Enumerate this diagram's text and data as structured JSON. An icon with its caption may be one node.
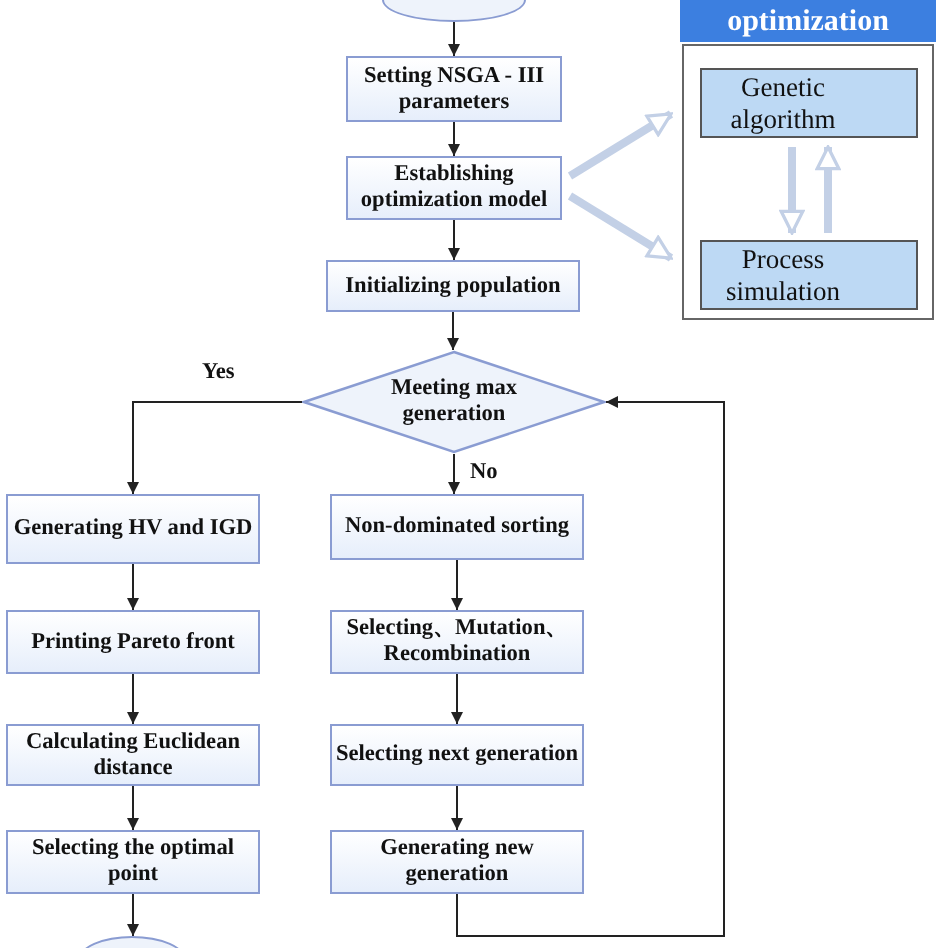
{
  "diagram": {
    "nodes": [
      {
        "text": [],
        "shape": "ellipse"
      },
      {
        "text": [
          "Setting NSGA - III parameters"
        ]
      },
      {
        "text": [
          "Establishing optimization model"
        ]
      },
      {
        "text": [
          "Initializing population"
        ]
      },
      {
        "text": [
          "Meeting max generation"
        ]
      },
      {
        "text": [
          "Generating HV and IGD"
        ]
      },
      {
        "text": [
          "Non-dominated sorting"
        ]
      },
      {
        "text": [
          "Printing Pareto front"
        ]
      },
      {
        "text": [
          "Selecting、Mutation、Recombination"
        ]
      },
      {
        "text": [
          "Calculating Euclidean distance"
        ]
      },
      {
        "text": [
          "Selecting next generation"
        ]
      },
      {
        "text": [
          "Selecting the optimal point"
        ]
      },
      {
        "text": [
          "Generating new generation"
        ]
      },
      {
        "text": [],
        "shape": "ellipse"
      },
      {
        "text": [
          "optimization"
        ]
      },
      {
        "text": [
          "Genetic algorithm"
        ],
        "in": 14
      },
      {
        "text": [
          "Process simulation"
        ],
        "in": 14
      }
    ],
    "edges": [
      {
        "from": 0,
        "to": 1,
        "arrow": "to"
      },
      {
        "from": 1,
        "to": 2,
        "arrow": "to"
      },
      {
        "from": 2,
        "to": 3,
        "arrow": "to"
      },
      {
        "from": 3,
        "to": 4,
        "arrow": "to"
      },
      {
        "from": 4,
        "to": 5,
        "arrow": "to",
        "label": "Yes"
      },
      {
        "from": 4,
        "to": 6,
        "arrow": "to",
        "label": "No"
      },
      {
        "from": 6,
        "to": 8,
        "arrow": "to"
      },
      {
        "from": 8,
        "to": 10,
        "arrow": "to"
      },
      {
        "from": 10,
        "to": 12,
        "arrow": "to"
      },
      {
        "from": 12,
        "to": 4,
        "arrow": "to"
      },
      {
        "from": 5,
        "to": 7,
        "arrow": "to"
      },
      {
        "from": 7,
        "to": 9,
        "arrow": "to"
      },
      {
        "from": 9,
        "to": 11,
        "arrow": "to"
      },
      {
        "from": 11,
        "to": 13,
        "arrow": "to"
      },
      {
        "from": 2,
        "to": 15,
        "arrow": "to",
        "style": "thick",
        "color": "#c3d0e6"
      },
      {
        "from": 2,
        "to": 16,
        "arrow": "to",
        "style": "thick",
        "color": "#c3d0e6"
      },
      {
        "from": 15,
        "to": 16,
        "arrow": "to",
        "style": "thick",
        "color": "#c3d0e6"
      },
      {
        "from": 16,
        "to": 15,
        "arrow": "to",
        "style": "thick",
        "color": "#c3d0e6"
      }
    ]
  }
}
